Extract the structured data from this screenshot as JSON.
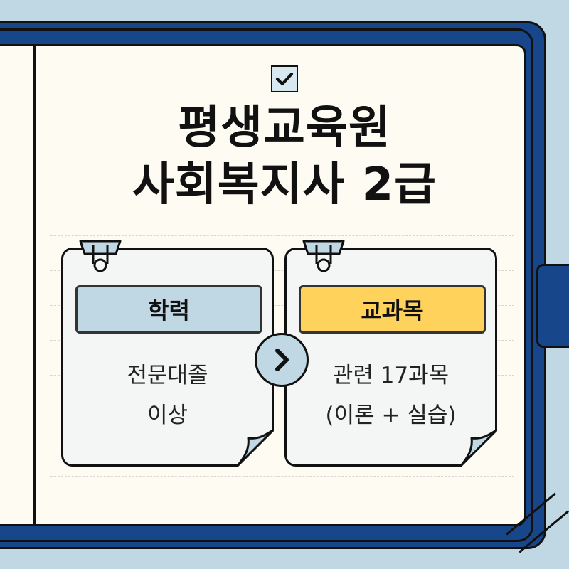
{
  "title": {
    "line1": "평생교육원",
    "line2": "사회복지사 2급"
  },
  "cards": [
    {
      "label": "학력",
      "label_color": "#c0d8e4",
      "lines": [
        "전문대졸",
        "이상"
      ]
    },
    {
      "label": "교과목",
      "label_color": "#ffd25c",
      "lines": [
        "관련 17과목",
        "(이론 + 실습)"
      ]
    }
  ],
  "icons": {
    "header": "checkmark-icon",
    "connector": "chevron-right-icon",
    "card_clip": "binder-clip-icon"
  },
  "colors": {
    "background": "#c0d8e4",
    "binder": "#17478a",
    "page": "#fefbf2",
    "accent_yellow": "#ffd25c"
  }
}
